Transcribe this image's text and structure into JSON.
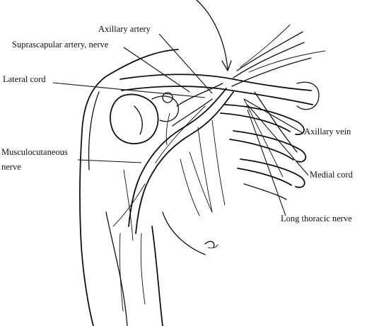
{
  "labels": {
    "axillary_artery": "Axillary artery",
    "suprascapular": "Suprascapular artery, nerve",
    "lateral_cord": "Lateral cord",
    "musculocutaneous_1": "Musculocutaneous",
    "musculocutaneous_2": "nerve",
    "axillary_vein": "Axillary vein",
    "medial_cord": "Medial cord",
    "long_thoracic": "Long thoracic nerve"
  },
  "colors": {
    "ink": "#111111",
    "background": "#ffffff"
  }
}
